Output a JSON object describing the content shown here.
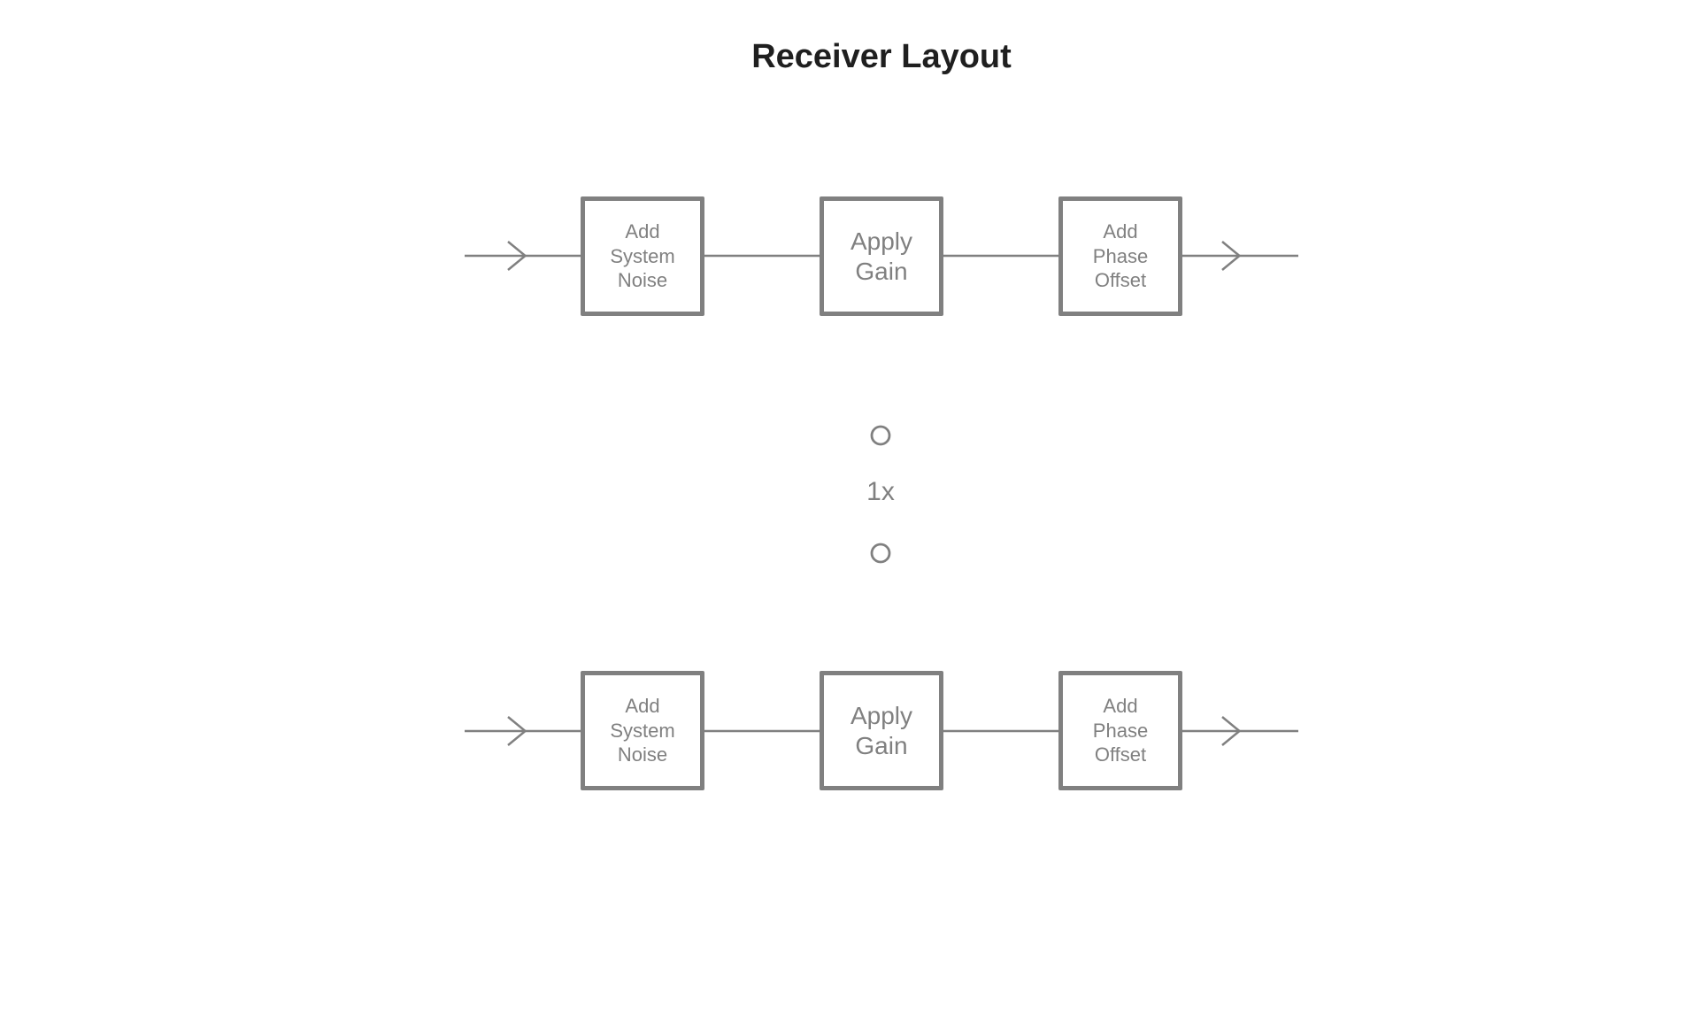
{
  "title": "Receiver Layout",
  "colors": {
    "accent_gray": "#808080",
    "title_text": "#1f1f1f",
    "background": "#ffffff"
  },
  "repeat_indicator": {
    "label": "1x"
  },
  "chains": [
    {
      "name": "top",
      "blocks": [
        {
          "label": "Add\nSystem\nNoise"
        },
        {
          "label": "Apply\nGain"
        },
        {
          "label": "Add\nPhase\nOffset"
        }
      ]
    },
    {
      "name": "bottom",
      "blocks": [
        {
          "label": "Add\nSystem\nNoise"
        },
        {
          "label": "Apply\nGain"
        },
        {
          "label": "Add\nPhase\nOffset"
        }
      ]
    }
  ]
}
